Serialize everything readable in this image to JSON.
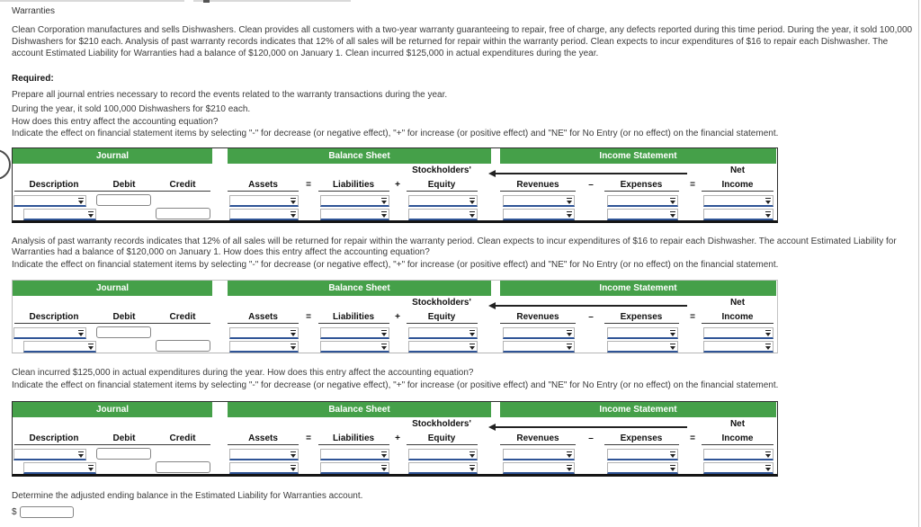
{
  "page": {
    "title": "Warranties"
  },
  "problem": {
    "statement": "Clean Corporation manufactures and sells Dishwashers. Clean provides all customers with a two-year warranty guaranteeing to repair, free of charge, any defects reported during this time period. During the year, it sold 100,000 Dishwashers for $210 each. Analysis of past warranty records indicates that 12% of all sales will be returned for repair within the warranty period. Clean expects to incur expenditures of $16 to repair each Dishwasher. The account Estimated Liability for Warranties had a balance of $120,000 on January 1. Clean incurred $125,000 in actual expenditures during the year.",
    "required_label": "Required:",
    "required_text": "Prepare all journal entries necessary to record the events related to the warranty transactions during the year."
  },
  "sections": [
    {
      "line1": "During the year, it sold 100,000 Dishwashers for $210 each.",
      "line2": "How does this entry affect the accounting equation?",
      "instruction": "Indicate the effect on financial statement items by selecting \"-\" for decrease (or negative effect), \"+\" for increase (or positive effect) and \"NE\" for No Entry (or no effect) on the financial statement."
    },
    {
      "line1": "Analysis of past warranty records indicates that 12% of all sales will be returned for repair within the warranty period. Clean expects to incur expenditures of $16 to repair each Dishwasher. The account Estimated Liability for Warranties had a balance of $120,000 on January 1. How does this entry affect the accounting equation?",
      "instruction": "Indicate the effect on financial statement items by selecting \"-\" for decrease (or negative effect), \"+\" for increase (or positive effect) and \"NE\" for No Entry (or no effect) on the financial statement."
    },
    {
      "line1": "Clean incurred $125,000 in actual expenditures during the year. How does this entry affect the accounting equation?",
      "instruction": "Indicate the effect on financial statement items by selecting \"-\" for decrease (or negative effect), \"+\" for increase (or positive effect) and \"NE\" for No Entry (or no effect) on the financial statement."
    }
  ],
  "table": {
    "headers": {
      "journal": "Journal",
      "balance_sheet": "Balance Sheet",
      "income_statement": "Income Statement"
    },
    "columns": {
      "description": "Description",
      "debit": "Debit",
      "credit": "Credit",
      "assets": "Assets",
      "equals": "=",
      "liabilities": "Liabilities",
      "plus": "+",
      "stockholders": "Stockholders'",
      "equity": "Equity",
      "revenues": "Revenues",
      "minus": "–",
      "expenses": "Expenses",
      "net": "Net",
      "income": "Income"
    },
    "cell_value": "",
    "debit_value": "",
    "credit_value": ""
  },
  "footer": {
    "prompt": "Determine the adjusted ending balance in the Estimated Liability for Warranties account.",
    "currency": "$",
    "input_value": ""
  },
  "colors": {
    "header_green": "#45a049",
    "combo_underline": "#2f5496"
  }
}
